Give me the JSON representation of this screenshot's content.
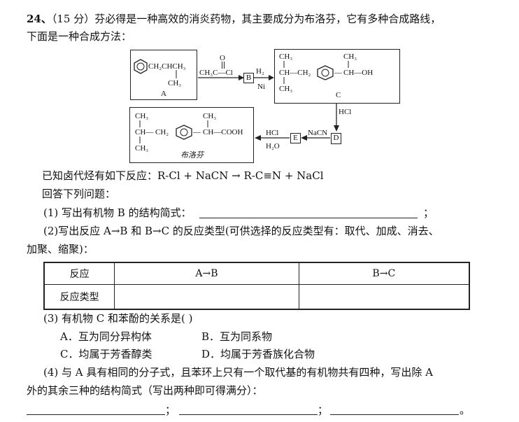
{
  "question": {
    "number": "24、",
    "score": "（15 分）",
    "intro_line1": "芬必得是一种高效的消炎药物，其主要成分为布洛芬，它有多种合成路线，",
    "intro_line2": "下面是一种合成方法："
  },
  "scheme": {
    "a_top": "CH₂CHCH₃",
    "a_branch": "CH₃",
    "a_label": "A",
    "reagent1": "CH₃C—Cl",
    "reagent1_o": "O",
    "b_label": "B",
    "h2": "H₂",
    "ni": "Ni",
    "c_ch3_top": "CH₃",
    "c_ch": "CH—CH₂",
    "c_ch3_bottom": "CH₃",
    "c_right_ch3": "CH₃",
    "c_right": "CH—OH",
    "c_label": "C",
    "hcl": "HCl",
    "d_label": "D",
    "nacn": "NaCN",
    "e_label": "E",
    "hcl2": "HCl",
    "h2o": "H₂O",
    "ibu_ch3_top": "CH₃",
    "ibu_ch": "CH— CH₂",
    "ibu_ch3_bottom": "CH₃",
    "ibu_right_ch3": "CH₃",
    "ibu_right": "CH—COOH",
    "ibu_label": "布洛芬"
  },
  "known": "已知卤代烃有如下反应：R-Cl + NaCN  →   R-C≡N + NaCl",
  "answer_prompt": "回答下列问题：",
  "q1": "(1)  写出有机物 B 的结构简式：",
  "q1_end": "；",
  "q2_line1": "(2)写出反应 A→B 和 B→C 的反应类型(可供选择的反应类型有：取代、加成、消去、",
  "q2_line2": "加聚、缩聚)：",
  "table": {
    "h_reaction": "反应",
    "h_ab": "A→B",
    "h_bc": "B→C",
    "row_label": "反应类型"
  },
  "q3": "(3)  有机物 C 和苯酚的关系是(      )",
  "options": {
    "a": "A．互为同分异构体",
    "b": "B．互为同系物",
    "c": "C．均属于芳香醇类",
    "d": "D．均属于芳香族化合物"
  },
  "q4_line1": "(4)  与 A 具有相同的分子式，且苯环上只有一个取代基的有机物共有四种，写出除 A",
  "q4_line2": "外的其余三种的结构简式（写出两种即可得满分）：",
  "sep1": "；",
  "sep2": "；",
  "end": "。"
}
